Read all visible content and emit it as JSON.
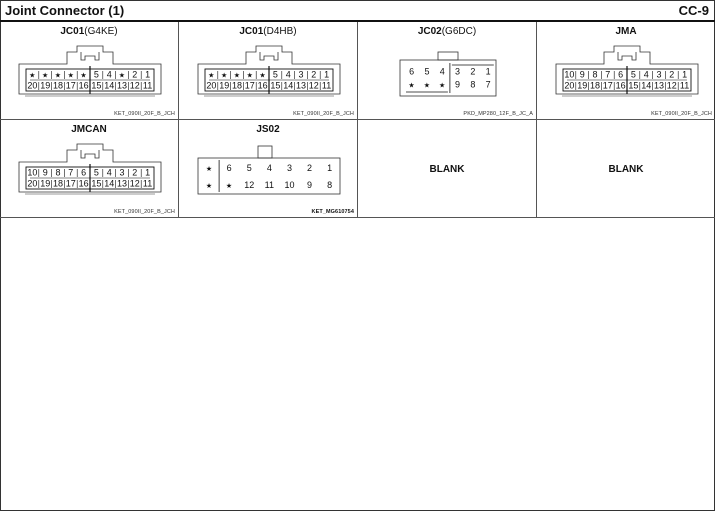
{
  "header": {
    "title": "Joint Connector (1)",
    "page_code": "CC-9"
  },
  "connectors": [
    {
      "id": "JC01",
      "variant": "(G4KE)",
      "part_no": "KET_090II_20F_B_JCH",
      "style": "ket20",
      "rows": [
        [
          "*",
          "*",
          "*",
          "*",
          "*",
          "5",
          "4",
          "*",
          "2",
          "1"
        ],
        [
          "20",
          "19",
          "18",
          "17",
          "16",
          "15",
          "14",
          "13",
          "12",
          "11"
        ]
      ]
    },
    {
      "id": "JC01",
      "variant": "(D4HB)",
      "part_no": "KET_090II_20F_B_JCH",
      "style": "ket20",
      "rows": [
        [
          "*",
          "*",
          "*",
          "*",
          "*",
          "5",
          "4",
          "3",
          "2",
          "1"
        ],
        [
          "20",
          "19",
          "18",
          "17",
          "16",
          "15",
          "14",
          "13",
          "12",
          "11"
        ]
      ]
    },
    {
      "id": "JC02",
      "variant": "(G6DC)",
      "part_no": "PKD_MP280_12F_B_JC_A",
      "style": "pkd12",
      "rows": [
        [
          "6",
          "5",
          "4",
          "3",
          "2",
          "1"
        ],
        [
          "*",
          "*",
          "*",
          "9",
          "8",
          "7"
        ]
      ]
    },
    {
      "id": "JMA",
      "variant": "",
      "part_no": "KET_090II_20F_B_JCH",
      "style": "ket20",
      "rows": [
        [
          "10",
          "9",
          "8",
          "7",
          "6",
          "5",
          "4",
          "3",
          "2",
          "1"
        ],
        [
          "20",
          "19",
          "18",
          "17",
          "16",
          "15",
          "14",
          "13",
          "12",
          "11"
        ]
      ]
    },
    {
      "id": "JMCAN",
      "variant": "",
      "part_no": "KET_090II_20F_B_JCH",
      "style": "ket20",
      "rows": [
        [
          "10",
          "9",
          "8",
          "7",
          "6",
          "5",
          "4",
          "3",
          "2",
          "1"
        ],
        [
          "20",
          "19",
          "18",
          "17",
          "16",
          "15",
          "14",
          "13",
          "12",
          "11"
        ]
      ]
    },
    {
      "id": "JS02",
      "variant": "",
      "part_no": "KET_MG610754",
      "style": "mg12",
      "rows": [
        [
          "*",
          "6",
          "5",
          "4",
          "3",
          "2",
          "1"
        ],
        [
          "*",
          "*",
          "12",
          "11",
          "10",
          "9",
          "8"
        ]
      ]
    }
  ],
  "blanks": [
    "BLANK",
    "BLANK"
  ]
}
